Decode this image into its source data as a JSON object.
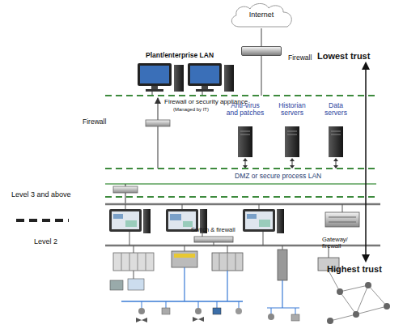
{
  "diagram": {
    "nodes": [
      {
        "text": [
          "Internet"
        ]
      },
      {
        "text": [
          "Firewall"
        ]
      }
    ],
    "edges": [
      {
        "from": 0,
        "to": 1,
        "arrow": "none"
      }
    ],
    "labels": [
      "Lowest trust",
      "Plant/enterprise LAN",
      "Firewall or security appliance",
      "(Managed by IT)",
      "Firewall",
      "Anti-virus and patches",
      "Historian servers",
      "Data servers",
      "DMZ or secure process LAN",
      "Level 3 and above",
      "Level 2",
      "Switch & firewall",
      "Gateway/ firewall",
      "Highest trust"
    ]
  }
}
